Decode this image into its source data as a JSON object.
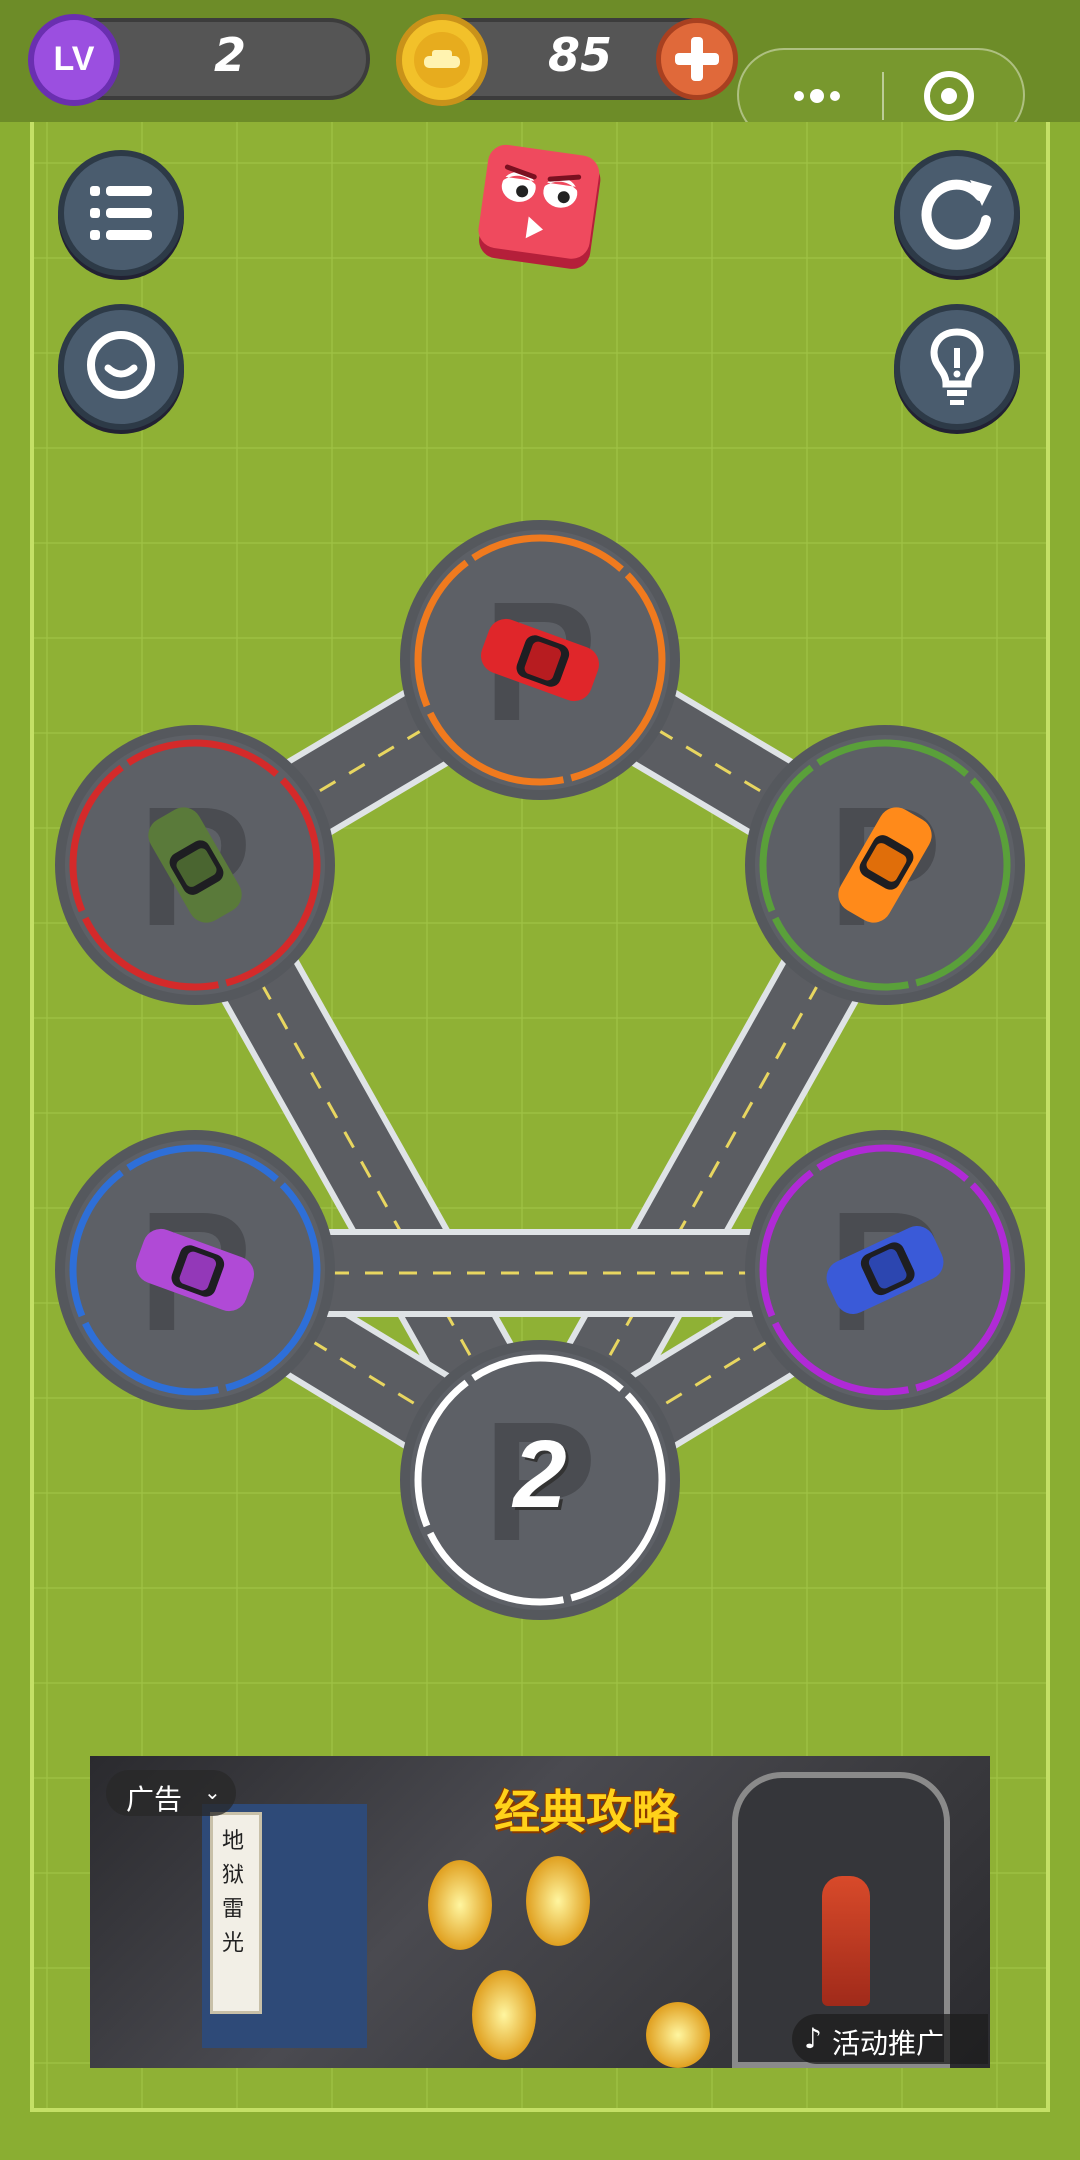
{
  "hud": {
    "level_badge": "LV",
    "level_value": "2",
    "coin_value": "85",
    "level_icon": "level-badge-icon",
    "coin_icon": "coin-car-icon",
    "add_icon": "plus-icon"
  },
  "mini_program": {
    "more_icon": "more-dots-icon",
    "close_icon": "target-circle-icon"
  },
  "controls": {
    "menu_icon": "list-menu-icon",
    "chat_icon": "chat-bubble-icon",
    "restart_icon": "restart-icon",
    "hint_icon": "lightbulb-icon",
    "mascot_icon": "red-cube-mascot-icon"
  },
  "board": {
    "target_moves": "2",
    "lots": [
      {
        "name": "lot-top",
        "ring": "#f07a1e",
        "car": "#e0262a"
      },
      {
        "name": "lot-upper-left",
        "ring": "#d42a2a",
        "car": "#5a7a3a"
      },
      {
        "name": "lot-upper-right",
        "ring": "#5aa03a",
        "car": "#ff8a1a"
      },
      {
        "name": "lot-lower-left",
        "ring": "#2e6fd8",
        "car": "#b04ad6"
      },
      {
        "name": "lot-lower-right",
        "ring": "#b02ad6",
        "car": "#3a5ad8"
      },
      {
        "name": "lot-bottom",
        "ring": "#ffffff",
        "car": ""
      }
    ],
    "parking_letter": "P"
  },
  "ad": {
    "tag": "广告",
    "headline": "经典攻略",
    "scroll_text": "地狱雷光",
    "promo": "活动推广"
  }
}
